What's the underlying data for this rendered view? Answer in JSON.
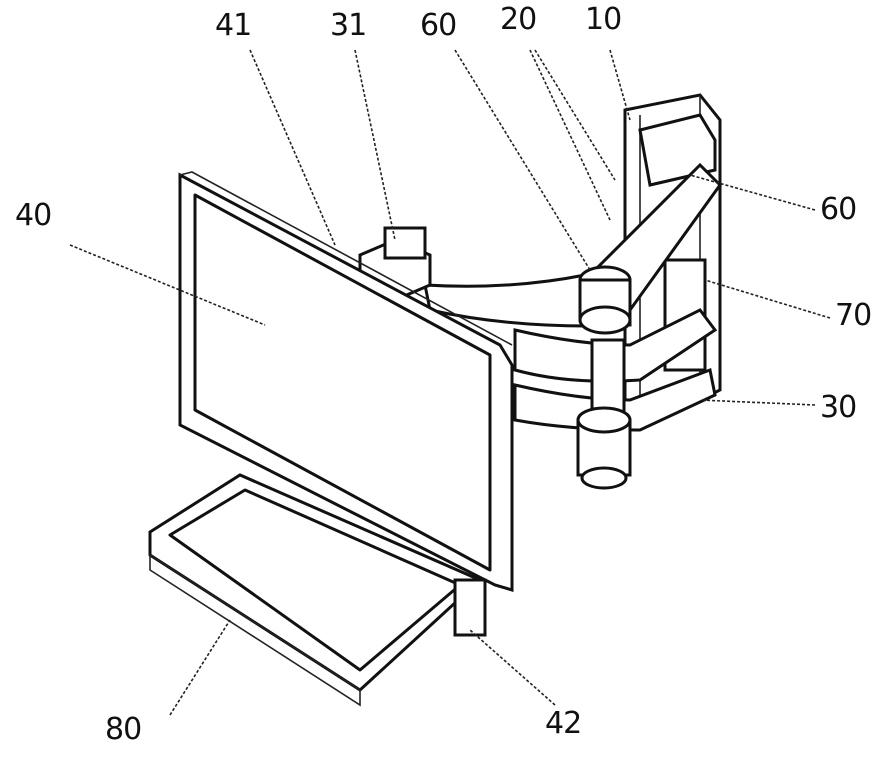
{
  "figure": {
    "labels": {
      "monitor": "40",
      "monitor_top_mount": "41",
      "mount_bracket": "31",
      "joint_left": "60",
      "arm_upper": "20",
      "wall_plate": "10",
      "joint_right": "60",
      "column": "70",
      "arm_lower": "30",
      "keyboard_tray": "80",
      "tray_bracket": "42"
    }
  }
}
